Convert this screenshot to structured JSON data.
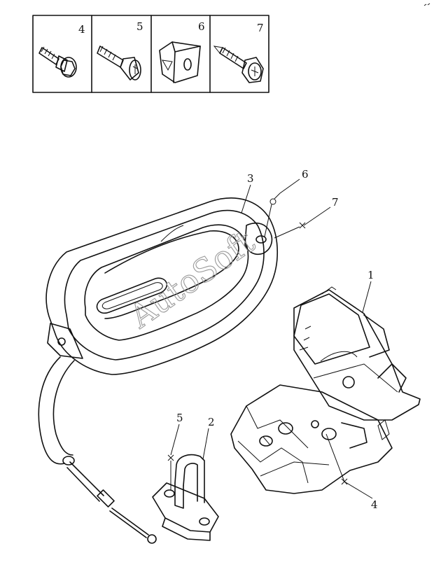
{
  "legend": {
    "cells": [
      {
        "number": "4",
        "part": "flange-bolt"
      },
      {
        "number": "5",
        "part": "countersunk-screw"
      },
      {
        "number": "6",
        "part": "clip-nut"
      },
      {
        "number": "7",
        "part": "tapping-screw"
      }
    ]
  },
  "callouts": {
    "c1": "1",
    "c2": "2",
    "c3": "3",
    "c4": "4",
    "c5": "5",
    "c6": "6",
    "c7": "7"
  },
  "watermark": "AutoSoft"
}
